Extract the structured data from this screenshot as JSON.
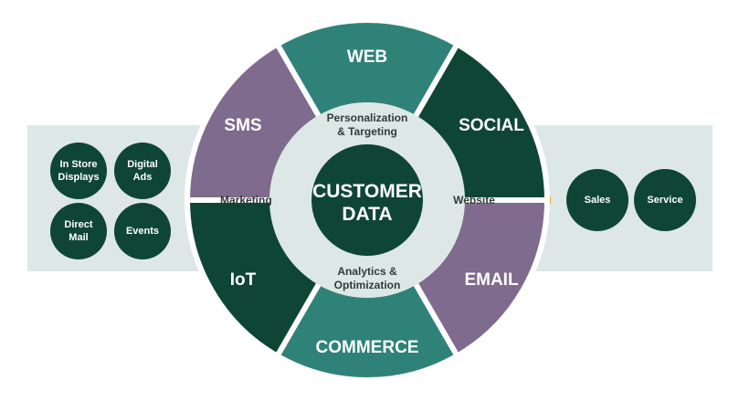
{
  "colors": {
    "dark_green": "#0f4535",
    "teal": "#2f8278",
    "purple": "#7f6b8e",
    "inner_circle": "#dde8e6",
    "band": "#dde8e6",
    "plus": "#e9a92a"
  },
  "center": {
    "line1": "CUSTOMER",
    "line2": "DATA"
  },
  "segments": {
    "web": "WEB",
    "social": "SOCIAL",
    "email": "EMAIL",
    "commerce": "COMMERCE",
    "iot": "IoT",
    "sms": "SMS"
  },
  "inner": {
    "top_line1": "Personalization",
    "top_line2": "& Targeting",
    "bottom_line1": "Analytics &",
    "bottom_line2": "Optimization",
    "left": "Marketing",
    "right": "Website"
  },
  "left_items": [
    "In Store\nDisplays",
    "Digital\nAds",
    "Direct\nMail",
    "Events"
  ],
  "right_items": [
    "Sales",
    "Service"
  ],
  "icons": {
    "plus_left": "plus-icon",
    "plus_right": "plus-icon"
  }
}
